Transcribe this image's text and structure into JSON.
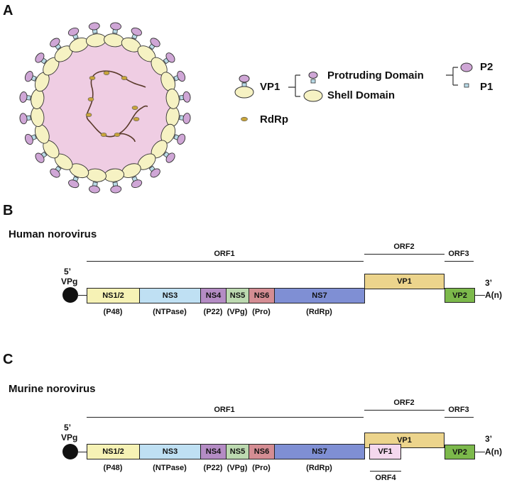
{
  "panel_a": {
    "letter": "A",
    "legend": {
      "vp1": "VP1",
      "protruding": "Protruding Domain",
      "shell": "Shell Domain",
      "p2": "P2",
      "p1": "P1",
      "rdrp": "RdRp"
    }
  },
  "panel_b": {
    "letter": "B",
    "title": "Human norovirus",
    "five_prime": "5’",
    "vpg_cap": "VPg",
    "three_prime": "3’",
    "polya": "A(n)",
    "orfs": [
      "ORF1",
      "ORF2",
      "ORF3"
    ],
    "segments": [
      {
        "label": "NS1/2",
        "sub": "(P48)",
        "color": "#f6f2b5"
      },
      {
        "label": "NS3",
        "sub": "(NTPase)",
        "color": "#bfe0f3"
      },
      {
        "label": "NS4",
        "sub": "(P22)",
        "color": "#b48cc4"
      },
      {
        "label": "NS5",
        "sub": "(VPg)",
        "color": "#bcd9b0"
      },
      {
        "label": "NS6",
        "sub": "(Pro)",
        "color": "#d48d93"
      },
      {
        "label": "NS7",
        "sub": "(RdRp)",
        "color": "#7f8fd4"
      }
    ],
    "vp1": "VP1",
    "vp2": "VP2"
  },
  "panel_c": {
    "letter": "C",
    "title": "Murine norovirus",
    "five_prime": "5’",
    "vpg_cap": "VPg",
    "three_prime": "3’",
    "polya": "A(n)",
    "orfs": [
      "ORF1",
      "ORF2",
      "ORF3"
    ],
    "orf4": "ORF4",
    "segments": [
      {
        "label": "NS1/2",
        "sub": "(P48)",
        "color": "#f6f2b5"
      },
      {
        "label": "NS3",
        "sub": "(NTPase)",
        "color": "#bfe0f3"
      },
      {
        "label": "NS4",
        "sub": "(P22)",
        "color": "#b48cc4"
      },
      {
        "label": "NS5",
        "sub": "(VPg)",
        "color": "#bcd9b0"
      },
      {
        "label": "NS6",
        "sub": "(Pro)",
        "color": "#d48d93"
      },
      {
        "label": "NS7",
        "sub": "(RdRp)",
        "color": "#7f8fd4"
      }
    ],
    "vp1": "VP1",
    "vf1": "VF1",
    "vp2": "VP2"
  },
  "colors": {
    "virion_interior": "#efcde3",
    "shell": "#f6f2c3",
    "protrusion": "#cfa6d6",
    "p1_stalk": "#b9dbe8",
    "rna": "#5a3a2a",
    "rdrp": "#c8a43a",
    "vp1_gene": "#ecd48c",
    "vf1_gene": "#f4d8ee",
    "vp2_gene": "#7cb94b"
  }
}
